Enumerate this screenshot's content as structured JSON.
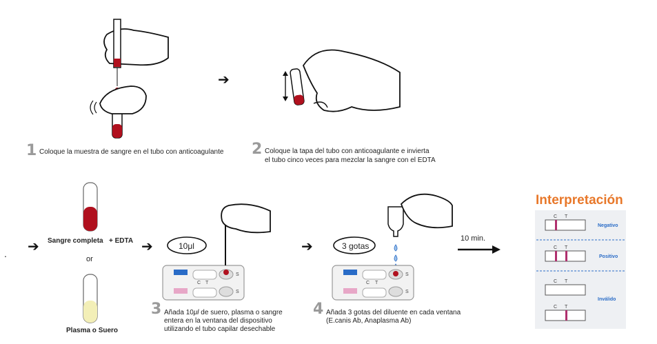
{
  "steps": [
    {
      "number": "1",
      "text": "Coloque la muestra de sangre en el tubo con anticoagulante"
    },
    {
      "number": "2",
      "text_line1": "Coloque la tapa del tubo con anticoagulante e invierta",
      "text_line2": "el tubo cinco veces para mezclar la sangre con el EDTA"
    },
    {
      "number": "3",
      "text_line1": "Añada 10",
      "text_unit": "μl",
      "text_line1_rest": " de suero, plasma o sangre",
      "text_line2": "entera en la ventana del dispositivo",
      "text_line3": "utilizando el tubo capilar desechable"
    },
    {
      "number": "4",
      "text_line1": "Añada 3 gotas del diluente en cada ventana",
      "text_line2": "(E.canis Ab, Anaplasma Ab)"
    }
  ],
  "samples": {
    "whole_blood": "Sangre completa",
    "edta": "+ EDTA",
    "or": "or",
    "plasma": "Plasma o Suero"
  },
  "bubbles": {
    "volume": "10μl",
    "drops": "3 gotas"
  },
  "timer": "10 min.",
  "device": {
    "c": "C",
    "t": "T",
    "s": "S"
  },
  "interpretation": {
    "title": "Interpretación",
    "c_label": "C",
    "t_label": "T",
    "results": {
      "negative": "Negativo",
      "positive": "Positivo",
      "invalid": "Inválido"
    }
  },
  "colors": {
    "accent": "#e8782a",
    "line": "#b0306e",
    "blood": "#b0101e",
    "result_text": "#2a6cc7",
    "panel": "#eef0f3"
  }
}
